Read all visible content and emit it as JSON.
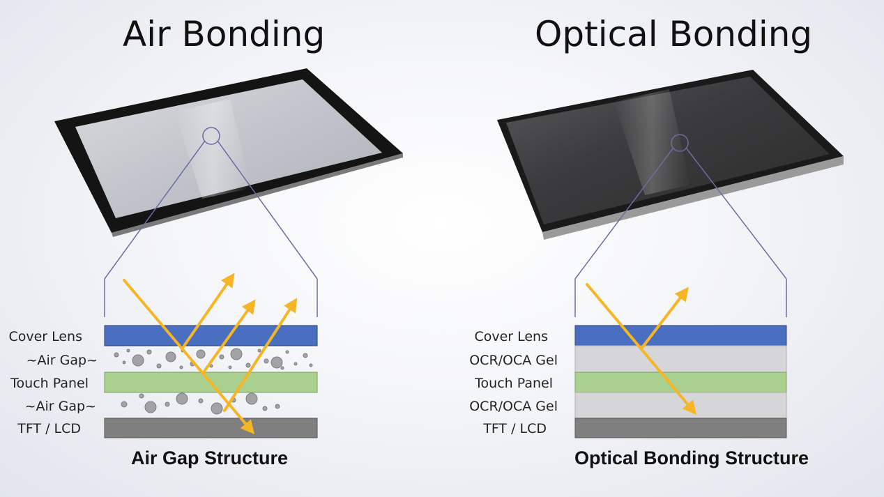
{
  "air_bonding": {
    "title": "Air Bonding",
    "layers": [
      "Cover Lens",
      "~Air Gap~",
      "Touch Panel",
      "~Air Gap~",
      "TFT / LCD"
    ],
    "caption": "Air Gap Structure"
  },
  "optical_bonding": {
    "title": "Optical Bonding",
    "layers": [
      "Cover Lens",
      "OCR/OCA Gel",
      "Touch Panel",
      "OCR/OCA Gel",
      "TFT / LCD"
    ],
    "caption": "Optical Bonding Structure"
  },
  "colors": {
    "cover_lens": "#4a6fc0",
    "gap": "#d6d6d8",
    "touch_panel": "#a9d08e",
    "tft_lcd": "#7f7f7f",
    "arrow": "#f5b524",
    "zoom_line": "#6c6ca4"
  },
  "icons": [
    "tablet-display-icon",
    "magnifier-circle-icon",
    "light-ray-arrow-icon",
    "air-bubble-icon"
  ]
}
